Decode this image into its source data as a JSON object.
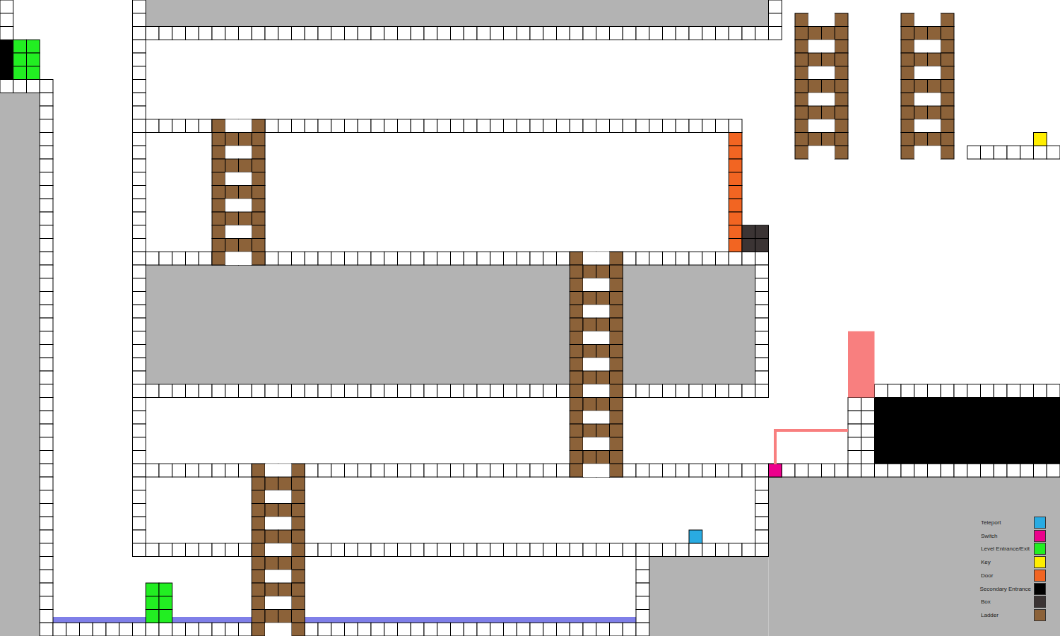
{
  "diagram": {
    "legend": [
      {
        "text": "Teleport",
        "color": "#29abe2"
      },
      {
        "text": "Switch",
        "color": "#ec008c"
      },
      {
        "text": "Level Entrance/Exit",
        "color": "#22ee22"
      },
      {
        "text": "Key",
        "color": "#ffee00"
      },
      {
        "text": "Door",
        "color": "#f26522"
      },
      {
        "text": "Secondary Entrance",
        "color": "#000000"
      },
      {
        "text": "Box",
        "color": "#3b3434"
      },
      {
        "text": "Ladder",
        "color": "#8c6239"
      }
    ]
  }
}
